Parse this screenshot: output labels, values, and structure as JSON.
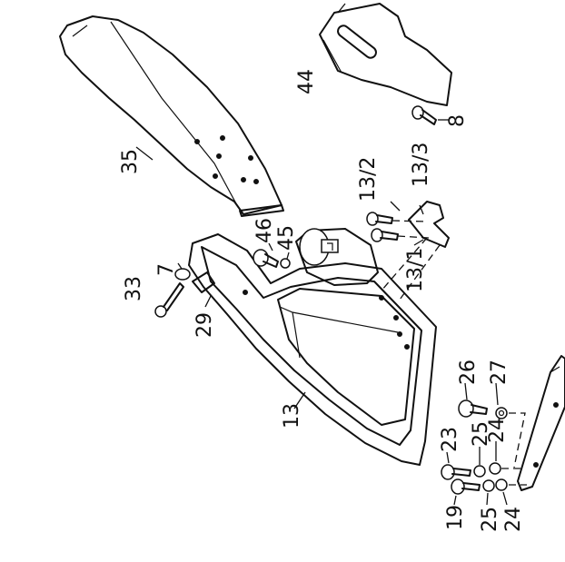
{
  "diagram": {
    "callouts": {
      "c44": "44",
      "c8": "8",
      "c35": "35",
      "c13_2": "13/2",
      "c13_3": "13/3",
      "c46": "46",
      "c45": "45",
      "c7": "7",
      "c33": "33",
      "c29": "29",
      "c13_1": "13/1",
      "c13": "13",
      "c26": "26",
      "c27": "27",
      "c23": "23",
      "c25a": "25",
      "c24a": "24",
      "c19": "19",
      "c25b": "25",
      "c24b": "24"
    }
  }
}
